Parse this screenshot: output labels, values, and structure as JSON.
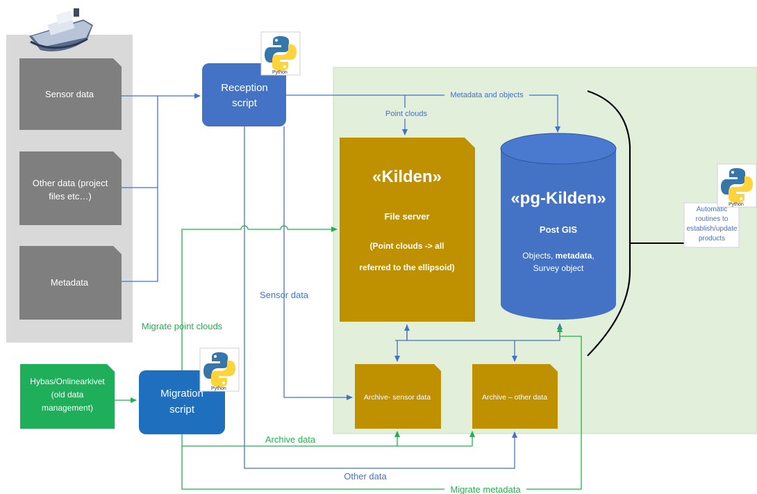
{
  "colors": {
    "ship_panel": "#d9d9d9",
    "sensor_box": "#7f7f7f",
    "script_blue": "#4472c4",
    "migration_blue": "#1f6fbf",
    "gold": "#bf9000",
    "green_zone": "#e2efda",
    "green_arrow": "#22b14c",
    "hybas_green": "#1fae5a",
    "blue_arrow": "#4472c4"
  },
  "icons": {
    "ship": "ship-icon",
    "python": "python-logo-icon"
  },
  "nodes": {
    "sensor_data": "Sensor data",
    "other_data_line1": "Other data (project",
    "other_data_line2": "files etc…)",
    "metadata": "Metadata",
    "reception_line1": "Reception",
    "reception_line2": "script",
    "migration_line1": "Migration",
    "migration_line2": "script",
    "hybas_line1": "Hybas/Onlinearkivet",
    "hybas_line2": "(old data",
    "hybas_line3": "management)",
    "kilden_title": "«Kilden»",
    "kilden_subtitle": "File server",
    "kilden_desc1": "(Point clouds -> all",
    "kilden_desc2": "referred to the ellipsoid)",
    "pgkilden_title": "«pg-Kilden»",
    "pgkilden_subtitle": "Post GIS",
    "pgkilden_desc1_a": "Objects, ",
    "pgkilden_desc1_b": "metadata",
    "pgkilden_desc1_c": ",",
    "pgkilden_desc2": "Survey object",
    "archive_sensor": "Archive- sensor data",
    "archive_other": "Archive  – other data",
    "auto_line1": "Automatic",
    "auto_line2": "routines to",
    "auto_line3": "establish/update",
    "auto_line4": "products",
    "python_caption": "Python"
  },
  "edge_labels": {
    "metadata_objects": "Metadata and objects",
    "point_clouds": "Point clouds",
    "sensor_data": "Sensor data",
    "migrate_point_clouds": "Migrate point clouds",
    "archive_data": "Archive data",
    "other_data": "Other data",
    "migrate_metadata": "Migrate metadata"
  }
}
